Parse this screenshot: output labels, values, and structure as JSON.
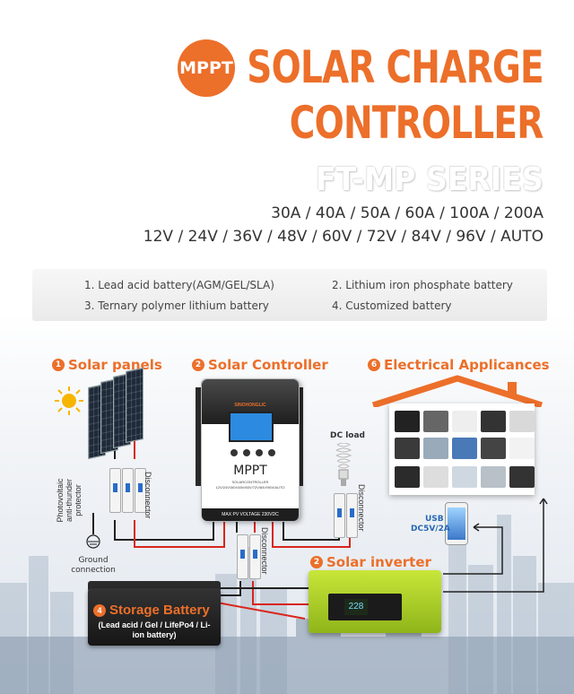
{
  "header": {
    "badge": "MPPT",
    "title_line1": "SOLAR CHARGE",
    "title_line2": "CONTROLLER",
    "series": "FT-MP SERIES",
    "currents": "30A / 40A / 50A / 60A / 100A / 200A",
    "voltages": "12V / 24V / 36V / 48V / 60V / 72V / 84V / 96V / AUTO"
  },
  "battery_types": [
    "1. Lead acid battery(AGM/GEL/SLA)",
    "2. Lithium iron phosphate battery",
    "3. Ternary polymer lithium battery",
    "4. Customized battery"
  ],
  "sections": {
    "solar_panels": {
      "num": "1",
      "label": "Solar panels"
    },
    "solar_controller": {
      "num": "2",
      "label": "Solar Controller"
    },
    "electrical_appliances": {
      "num": "6",
      "label": "Electrical Applicances"
    },
    "solar_inverter": {
      "num": "2",
      "label": "Solar inverter"
    },
    "storage_battery": {
      "num": "4",
      "label": "Storage Battery"
    }
  },
  "labels": {
    "protector": "Photovoltaic anti-thunder protector",
    "disconnector": "Disconnector",
    "ground": "Ground connection",
    "dc_load": "DC load",
    "usb": "USB",
    "usb_spec": "DC5V/2A",
    "battery_types_sub": "(Lead acid / Gel / LifePo4 / Li-ion battery)"
  },
  "controller": {
    "brand": "SINOHONGLIC",
    "model": "MPPT",
    "subtitle": "SOLARCONTROLLER",
    "spec": "12V/24V/36V/48V/60V/72V/84V/96V/AUTO",
    "foot": "MAX PV VOLTAGE 230VDC"
  },
  "inverter": {
    "display": "228"
  },
  "colors": {
    "accent": "#ec6f2a",
    "wire_red": "#d9251c",
    "wire_black": "#222222",
    "inverter_green": "#b5d62c"
  }
}
